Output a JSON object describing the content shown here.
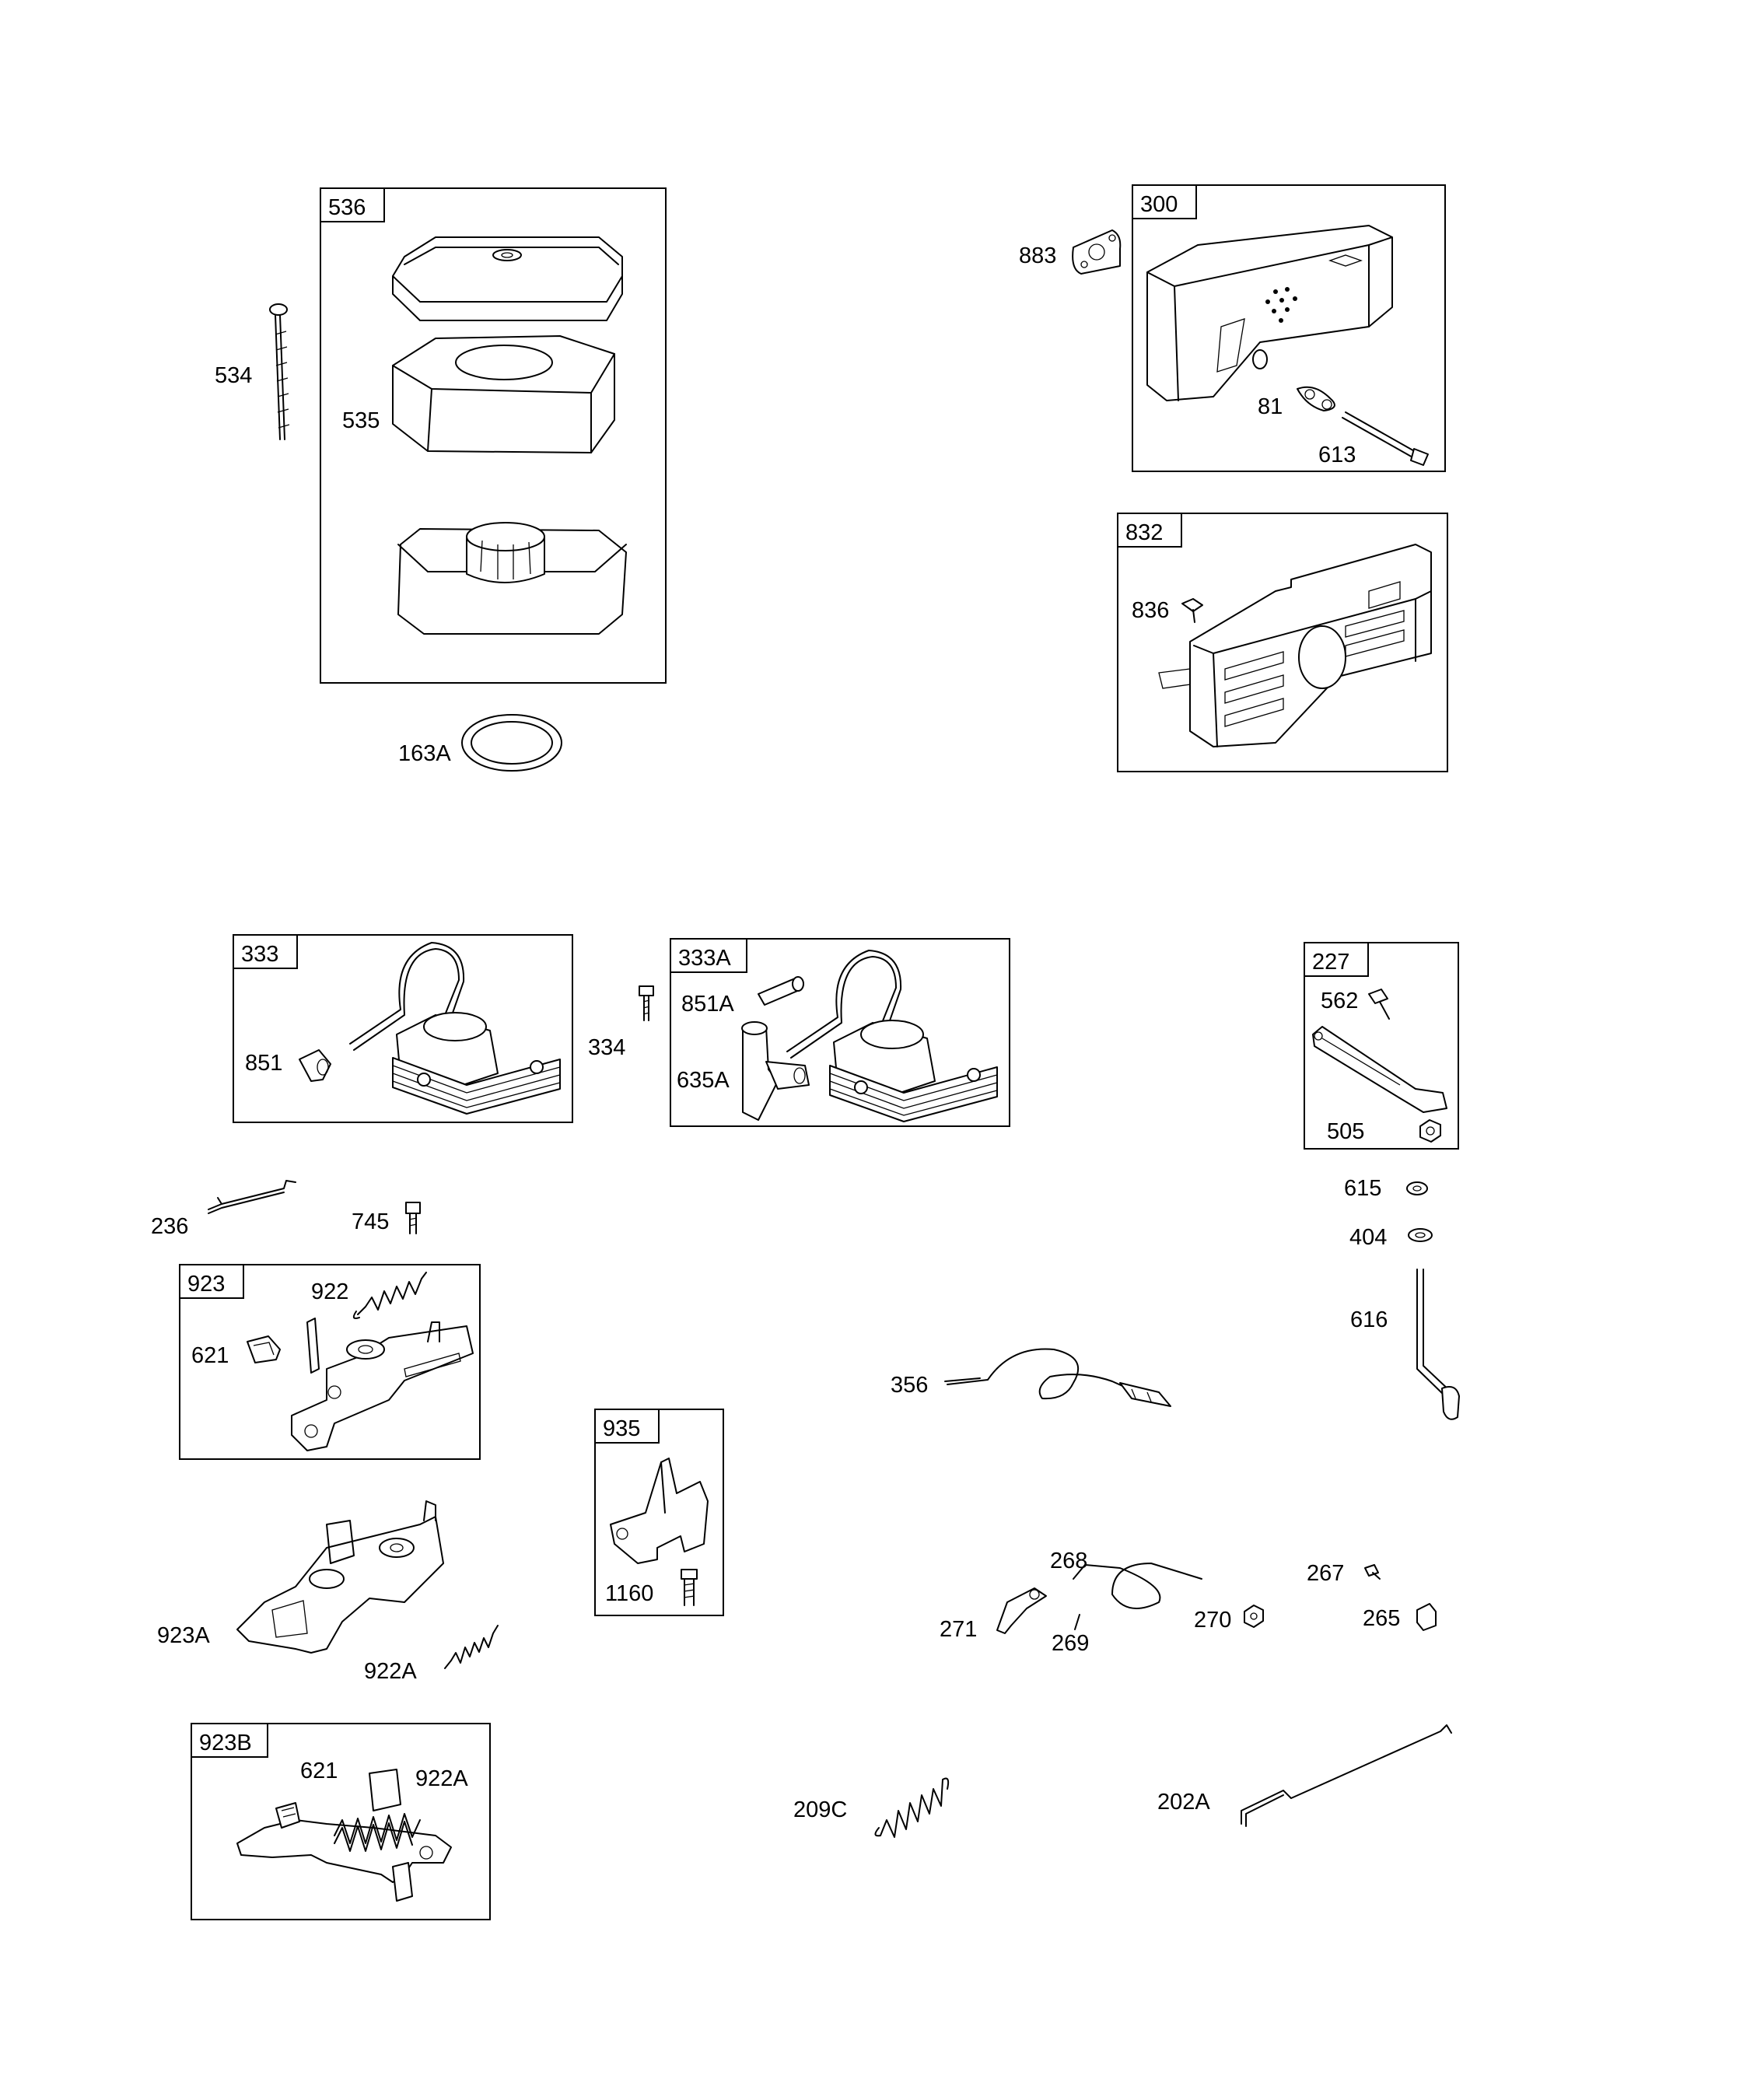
{
  "groups": {
    "g536": "536",
    "g300": "300",
    "g832": "832",
    "g333": "333",
    "g333A": "333A",
    "g227": "227",
    "g923": "923",
    "g935": "935",
    "g923B": "923B"
  },
  "parts": {
    "p534": "534",
    "p535": "535",
    "p163A": "163A",
    "p883": "883",
    "p81": "81",
    "p613": "613",
    "p836": "836",
    "p851": "851",
    "p334": "334",
    "p851A": "851A",
    "p635A": "635A",
    "p562": "562",
    "p505": "505",
    "p615": "615",
    "p404": "404",
    "p616": "616",
    "p236": "236",
    "p745": "745",
    "p922": "922",
    "p621": "621",
    "p1160": "1160",
    "p356": "356",
    "p923A": "923A",
    "p922A": "922A",
    "p268": "268",
    "p267": "267",
    "p271": "271",
    "p269": "269",
    "p270": "270",
    "p265": "265",
    "p621b": "621",
    "p922Ab": "922A",
    "p209C": "209C",
    "p202A": "202A"
  }
}
